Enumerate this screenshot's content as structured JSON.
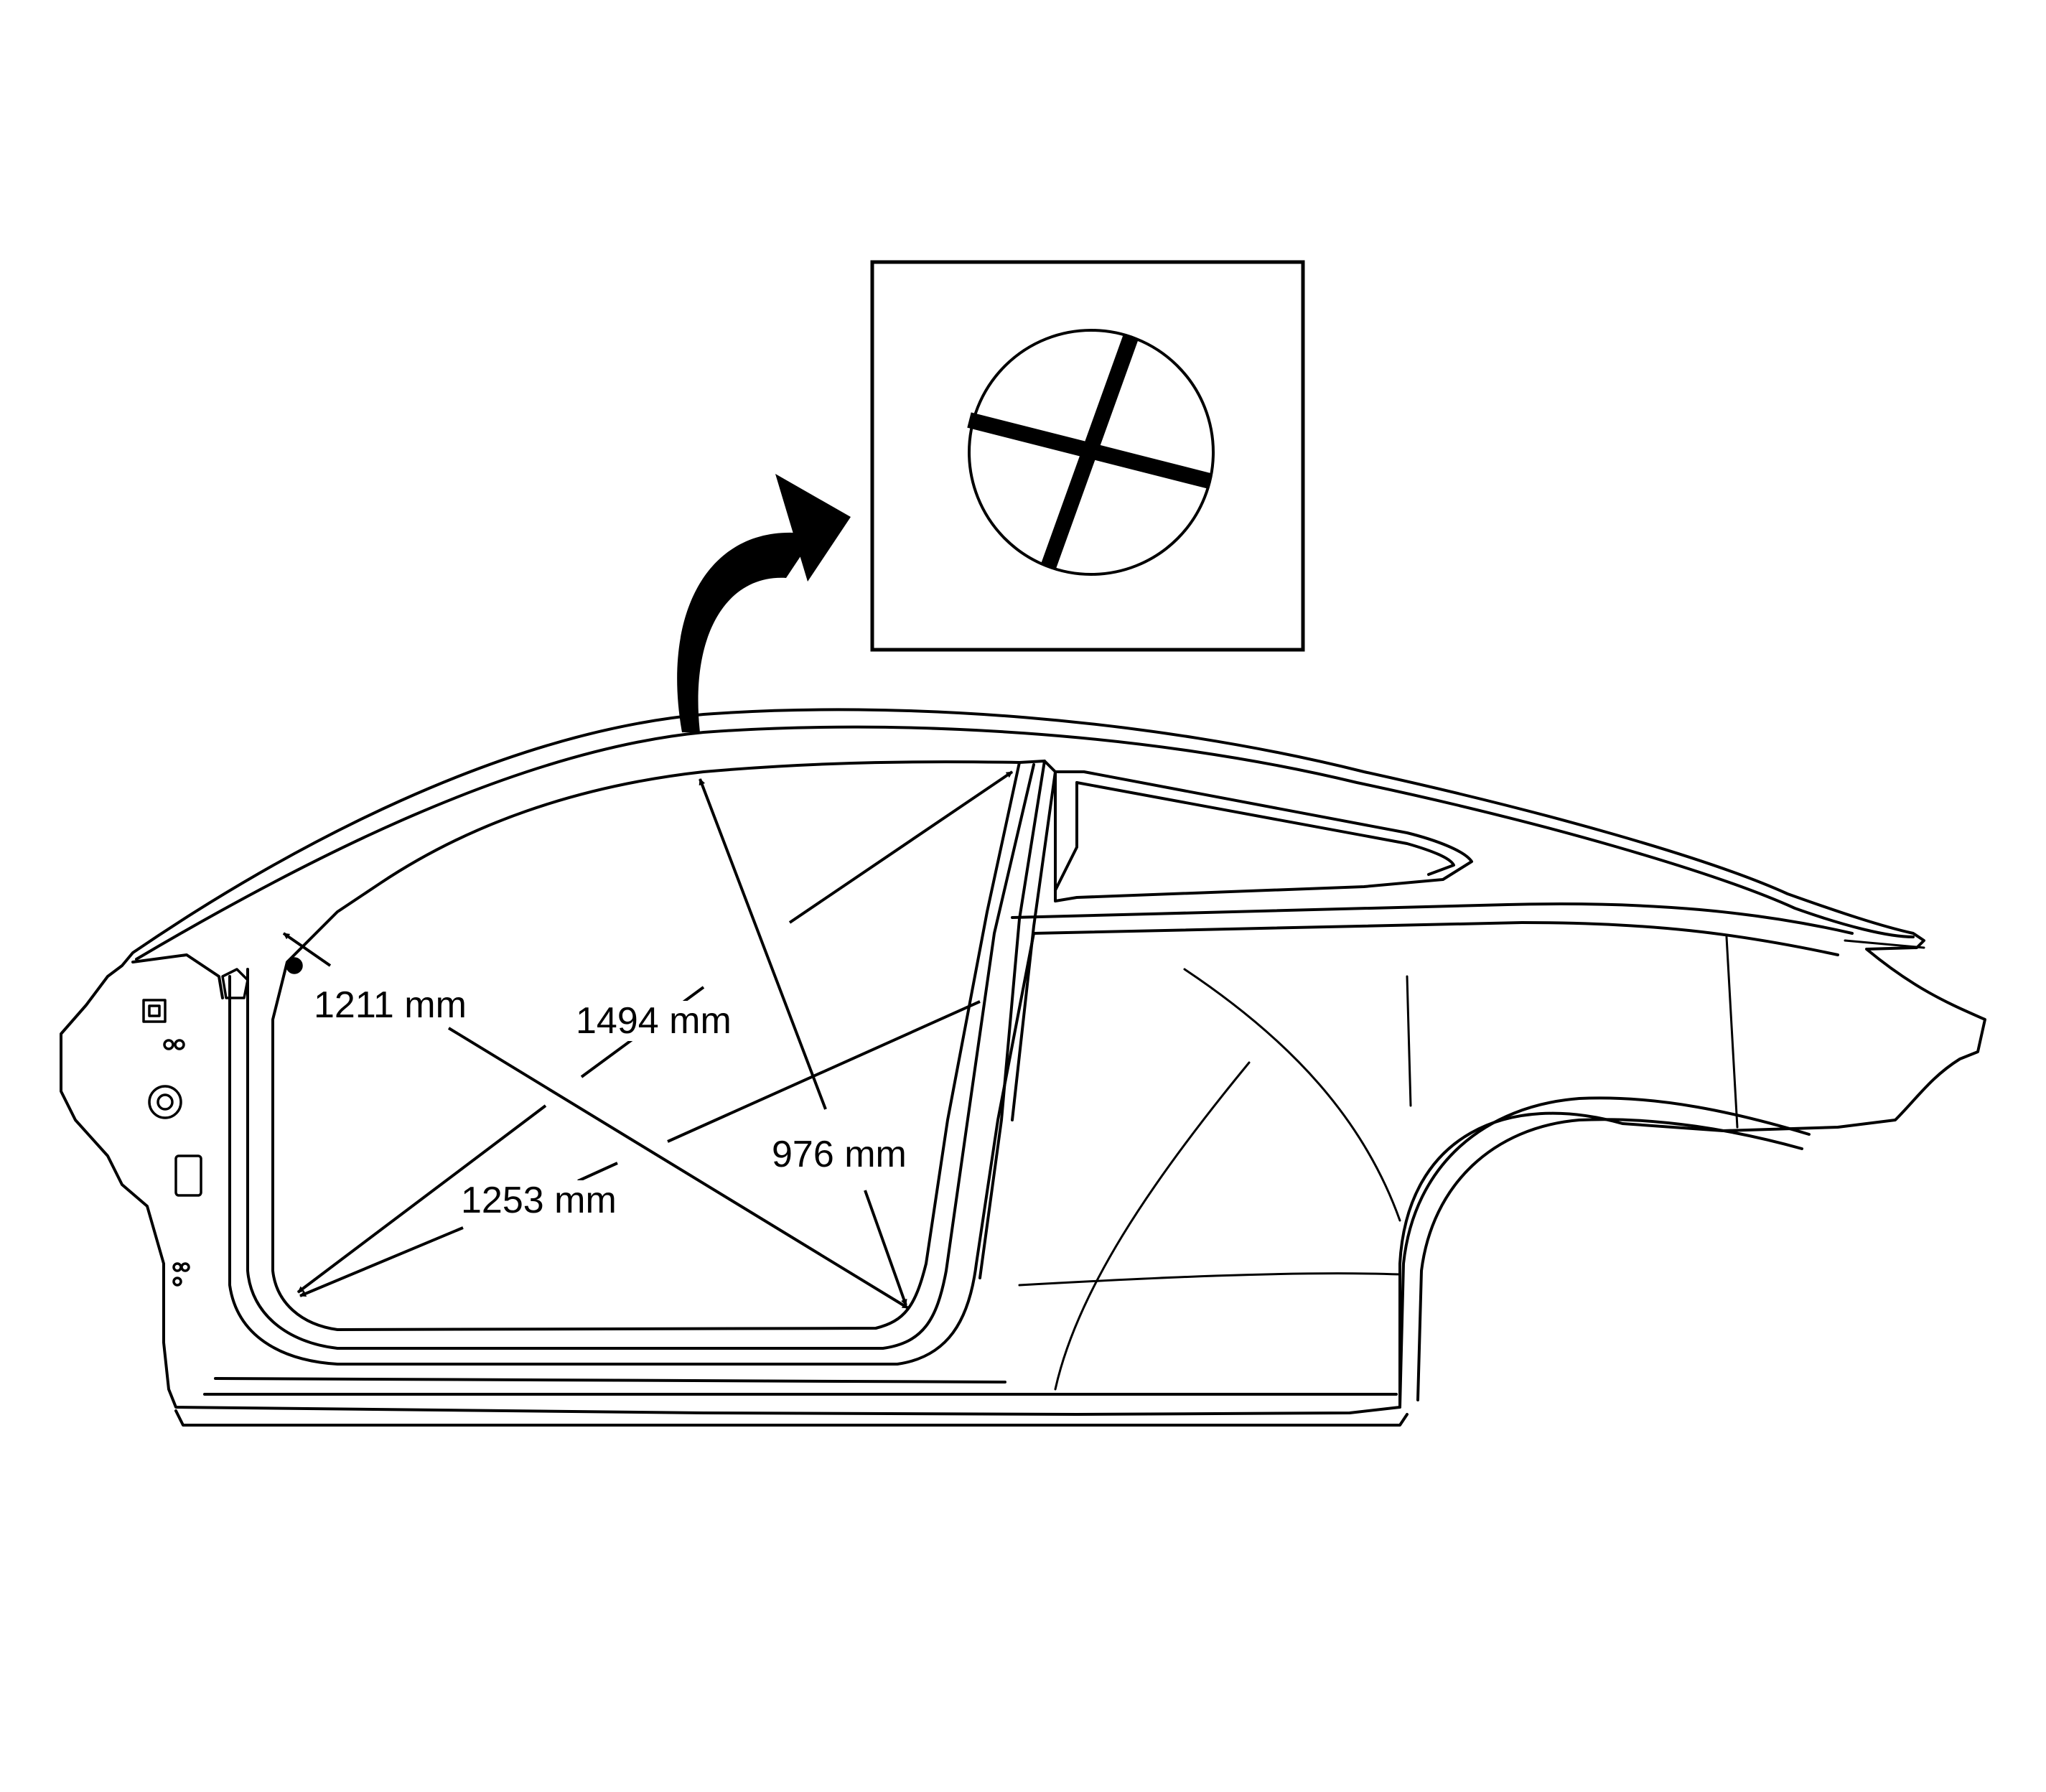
{
  "diagram": {
    "measurements": [
      {
        "id": "diag-1211",
        "label": "1211 mm"
      },
      {
        "id": "diag-1494",
        "label": "1494 mm"
      },
      {
        "id": "vert-976",
        "label": "976 mm"
      },
      {
        "id": "diag-1253",
        "label": "1253 mm"
      }
    ],
    "detail_inset": {
      "icon": "cross-hair-reference-mark-icon"
    },
    "colors": {
      "line": "#000000",
      "background": "#ffffff"
    }
  }
}
